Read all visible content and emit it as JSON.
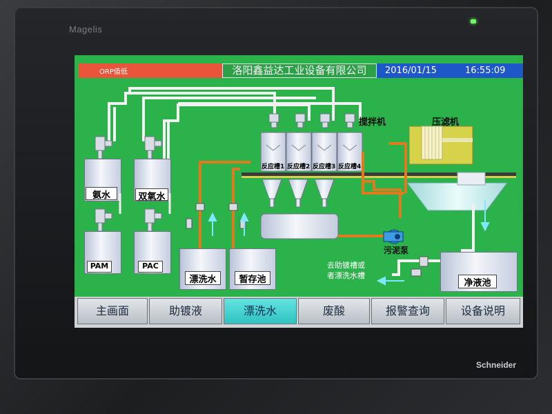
{
  "device": {
    "brand": "Magelis",
    "manufacturer": "Schneider"
  },
  "header": {
    "alarm_text": "ORP值低",
    "company": "洛阳鑫益达工业设备有限公司",
    "date": "2016/01/15",
    "time": "16:55:09"
  },
  "equipment": {
    "ammonia_tank": "氨水",
    "peroxide_tank": "双氧水",
    "pam_tank": "PAM",
    "pac_tank": "PAC",
    "rinse_tank": "漂洗水",
    "temp_tank": "暂存池",
    "clean_tank": "净液池",
    "mixer": "搅拌机",
    "filter_press": "压滤机",
    "sludge_pump": "污泥泵",
    "reactors": [
      "反应槽1",
      "反应槽2",
      "反应槽3",
      "反应槽4"
    ],
    "outlet_note_1": "去助镀槽或",
    "outlet_note_2": "者漂洗水槽"
  },
  "nav": {
    "items": [
      "主画面",
      "助镀液",
      "漂洗水",
      "废酸",
      "报警查询",
      "设备说明"
    ],
    "active_index": 2
  },
  "colors": {
    "screen_bg": "#2cb24a",
    "alarm_bg": "#e8553a",
    "time_bg": "#1d57c8",
    "pipe_white": "#f2f2f2",
    "pipe_orange": "#e07a1f",
    "flow_arrow": "#7fe8ff",
    "nav_active": "#3fd0cc"
  }
}
